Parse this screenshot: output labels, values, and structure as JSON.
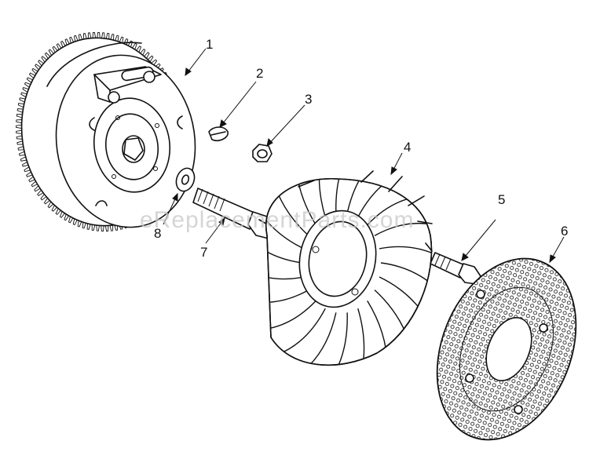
{
  "watermark": "eReplacementParts.com",
  "callouts": [
    {
      "id": "1",
      "part": "flywheel"
    },
    {
      "id": "2",
      "part": "key"
    },
    {
      "id": "3",
      "part": "nut"
    },
    {
      "id": "4",
      "part": "fan"
    },
    {
      "id": "5",
      "part": "bolt"
    },
    {
      "id": "6",
      "part": "screen"
    },
    {
      "id": "7",
      "part": "bolt"
    },
    {
      "id": "8",
      "part": "washer"
    }
  ],
  "colors": {
    "ink": "#111111",
    "background": "#ffffff",
    "watermark": "#c8c8c8"
  }
}
